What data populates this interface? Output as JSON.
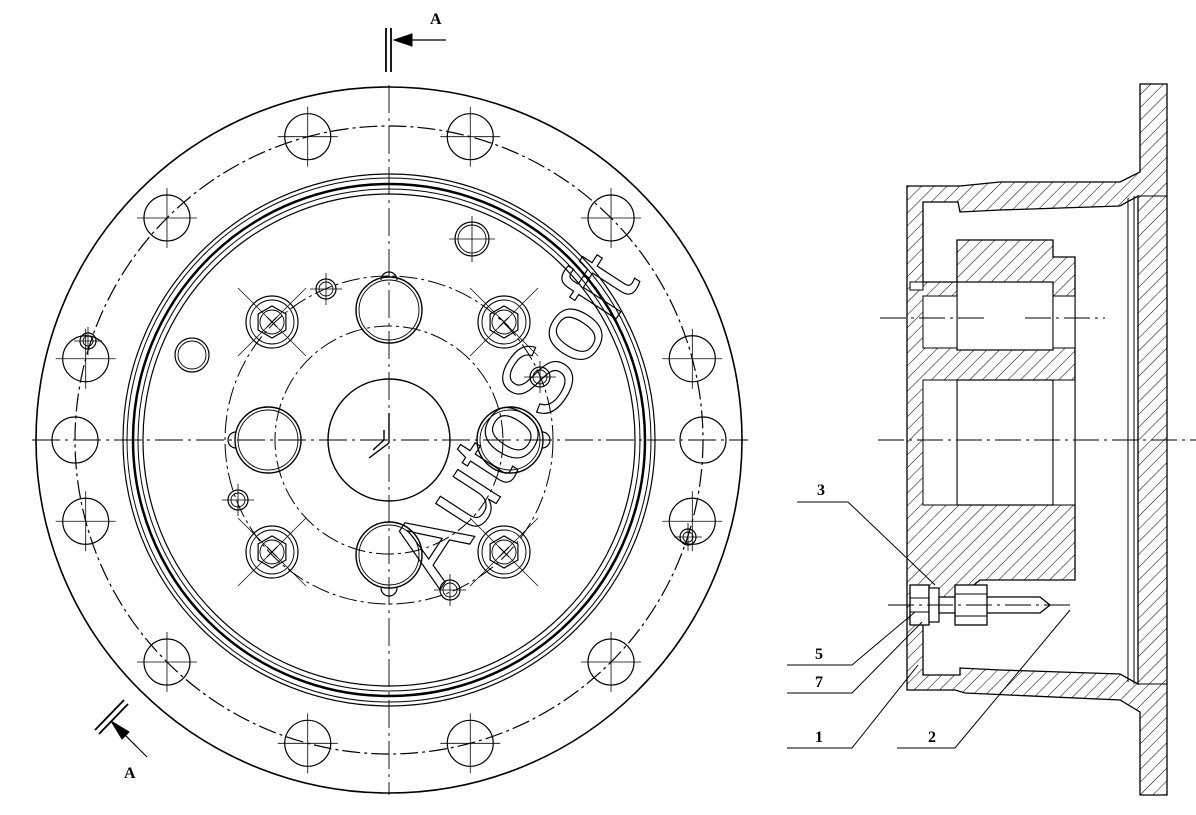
{
  "section_marks": {
    "top": "A",
    "bottom": "A"
  },
  "callouts": [
    {
      "id": "3",
      "text": "3"
    },
    {
      "id": "5",
      "text": "5"
    },
    {
      "id": "7",
      "text": "7"
    },
    {
      "id": "1",
      "text": "1"
    },
    {
      "id": "2",
      "text": "2"
    }
  ],
  "watermark": "AutoSoft"
}
